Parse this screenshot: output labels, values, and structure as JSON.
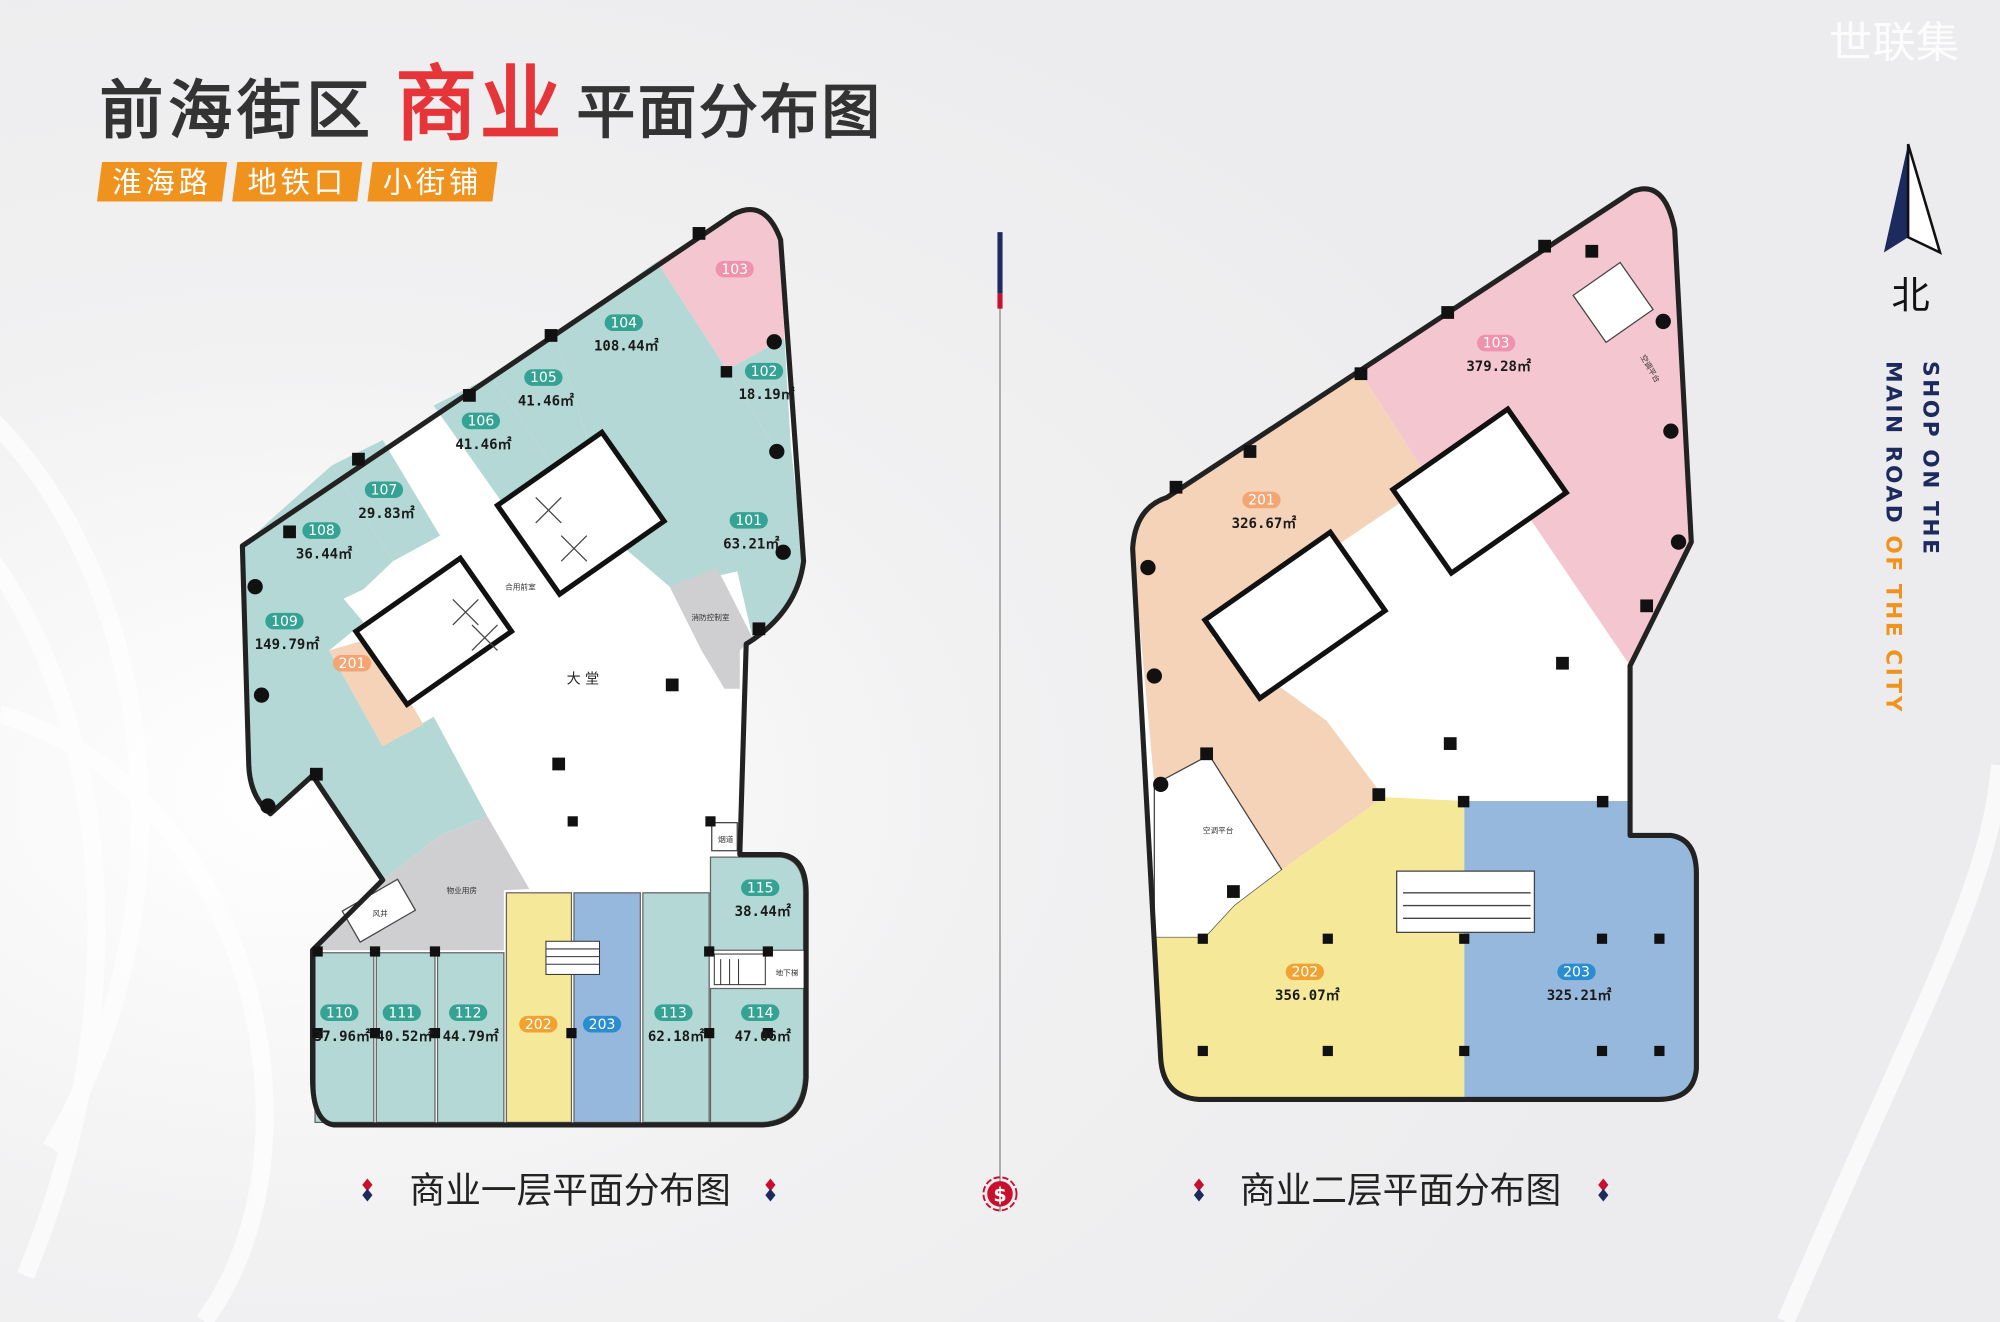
{
  "header": {
    "title_prefix": "前海街区",
    "title_highlight": "商业",
    "title_suffix": "平面分布图",
    "tags": [
      "淮海路",
      "地铁口",
      "小街铺"
    ]
  },
  "watermark": "世联集",
  "compass": {
    "label": "北"
  },
  "slogan": {
    "line1": "SHOP ON THE",
    "line2_a": "MAIN ROAD ",
    "line2_b": "OF THE CITY"
  },
  "colors": {
    "teal_room": "#b4d8d5",
    "teal_badge": "#35a394",
    "pink_room": "#f4c6d0",
    "pink_badge": "#ee93ab",
    "orange_room": "#f5d3b9",
    "orange_badge": "#f3a574",
    "yellow_room": "#f5e899",
    "yellow_badge": "#f2a230",
    "blue_room": "#97b8dd",
    "blue_badge": "#2a8dd0",
    "service_room": "#cfcfd1",
    "title_red": "#e63538",
    "tag_orange": "#f0931e",
    "navy": "#1c2a5e"
  },
  "floor1": {
    "caption": "商业一层平面分布图",
    "units": [
      {
        "id": "103",
        "area": "",
        "type": "pink"
      },
      {
        "id": "104",
        "area": "108.44㎡",
        "type": "teal"
      },
      {
        "id": "105",
        "area": "41.46㎡",
        "type": "teal"
      },
      {
        "id": "106",
        "area": "41.46㎡",
        "type": "teal"
      },
      {
        "id": "107",
        "area": "29.83㎡",
        "type": "teal"
      },
      {
        "id": "108",
        "area": "36.44㎡",
        "type": "teal"
      },
      {
        "id": "109",
        "area": "149.79㎡",
        "type": "teal"
      },
      {
        "id": "201",
        "area": "",
        "type": "orange"
      },
      {
        "id": "102",
        "area": "18.19㎡",
        "type": "teal"
      },
      {
        "id": "101",
        "area": "63.21㎡",
        "type": "teal"
      },
      {
        "id": "115",
        "area": "38.44㎡",
        "type": "teal"
      },
      {
        "id": "110",
        "area": "37.96㎡",
        "type": "teal"
      },
      {
        "id": "111",
        "area": "40.52㎡",
        "type": "teal"
      },
      {
        "id": "112",
        "area": "44.79㎡",
        "type": "teal"
      },
      {
        "id": "202",
        "area": "",
        "type": "yellow"
      },
      {
        "id": "203",
        "area": "",
        "type": "blue"
      },
      {
        "id": "113",
        "area": "62.18㎡",
        "type": "teal"
      },
      {
        "id": "114",
        "area": "47.06㎡",
        "type": "teal"
      }
    ],
    "rooms": {
      "shared_lobby": "合用前室",
      "fire_control": "消防控制室",
      "lobby": "大 堂",
      "flue": "烟道",
      "property": "物业用房",
      "air_shaft": "风井",
      "basement_stair": "地下梯"
    }
  },
  "floor2": {
    "caption": "商业二层平面分布图",
    "units": [
      {
        "id": "103",
        "area": "379.28㎡",
        "type": "pink"
      },
      {
        "id": "201",
        "area": "326.67㎡",
        "type": "orange"
      },
      {
        "id": "202",
        "area": "356.07㎡",
        "type": "yellow"
      },
      {
        "id": "203",
        "area": "325.21㎡",
        "type": "blue"
      }
    ],
    "rooms": {
      "ac_platform_1": "空调平台",
      "ac_platform_2": "空调平台"
    }
  },
  "divider": {
    "icon": "dollar-icon"
  }
}
